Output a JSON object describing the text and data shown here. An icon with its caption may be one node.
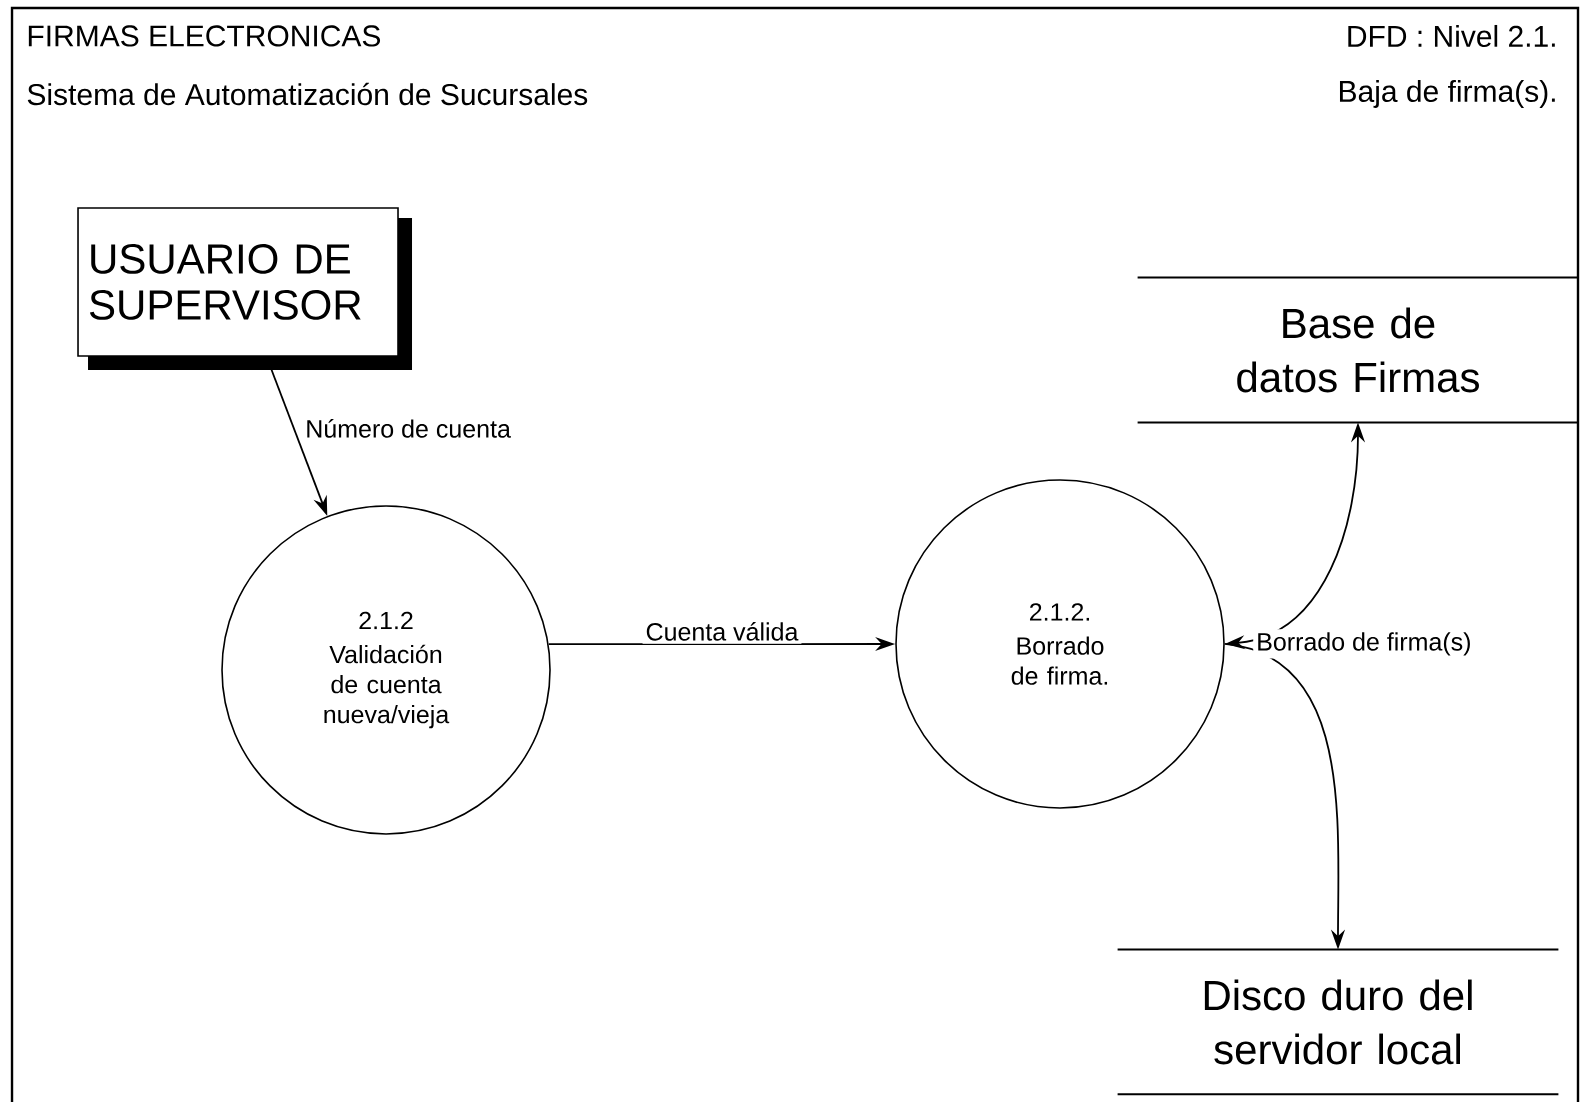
{
  "diagram": {
    "nodes": [
      {
        "text": [
          "USUARIO DE SUPERVISOR"
        ]
      },
      {
        "text": [
          "2.1.2",
          "Validación de cuenta nueva/vieja"
        ]
      },
      {
        "text": [
          "2.1.2.",
          "Borrado de firma."
        ]
      },
      {
        "text": [
          "Base de datos Firmas"
        ]
      },
      {
        "text": [
          "Disco duro del servidor local"
        ]
      }
    ],
    "edges": [
      {
        "from": 0,
        "to": 1,
        "arrow": "to",
        "label": "Número de cuenta"
      },
      {
        "from": 1,
        "to": 2,
        "arrow": "to",
        "label": "Cuenta válida"
      },
      {
        "from": 2,
        "to": 3,
        "arrow": "both",
        "label": "Borrado de firma(s)"
      },
      {
        "from": 2,
        "to": 4,
        "arrow": "to"
      }
    ],
    "labels": [
      "FIRMAS ELECTRONICAS",
      "DFD : Nivel 2.1.",
      "Sistema de Automatización de Sucursales",
      "Baja de firma(s)."
    ]
  }
}
